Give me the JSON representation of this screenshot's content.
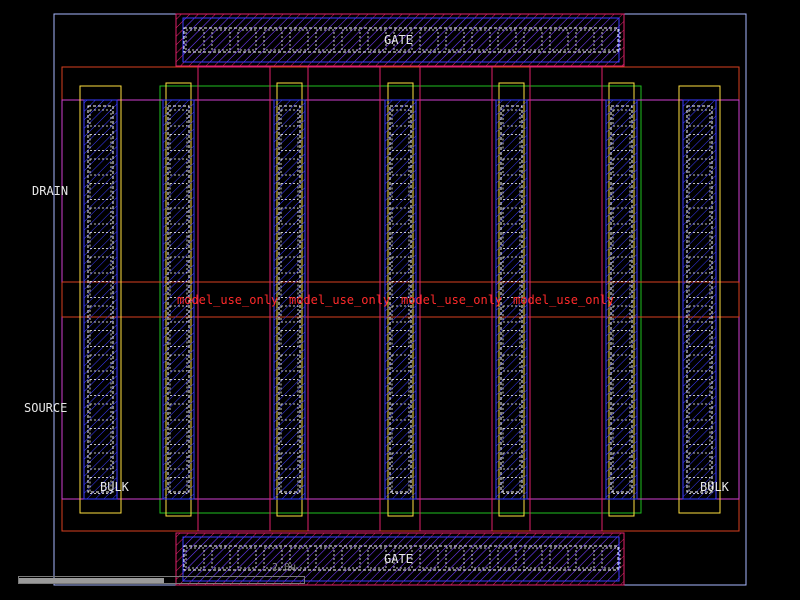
{
  "layout": {
    "labels": {
      "gate_top": "GATE",
      "gate_bottom": "GATE",
      "drain": "DRAIN",
      "source": "SOURCE",
      "bulk_left": "BULK",
      "bulk_right": "BULK"
    },
    "watermark": "model_use_only",
    "watermark_repeats": 4,
    "scale_text": "2.0u"
  },
  "colors": {
    "background": "#000000",
    "outline": "#a8b8ff",
    "poly": "#e0206a",
    "metal1": "#3a3aff",
    "metal2": "#d040d0",
    "contact": "#ffffff",
    "diffusion": "#ff3030",
    "nwell": "#d84020",
    "implant": "#ffe040",
    "active": "#20c020",
    "watermark": "#ff2a2a"
  },
  "zoom": {
    "level": 0.51
  }
}
